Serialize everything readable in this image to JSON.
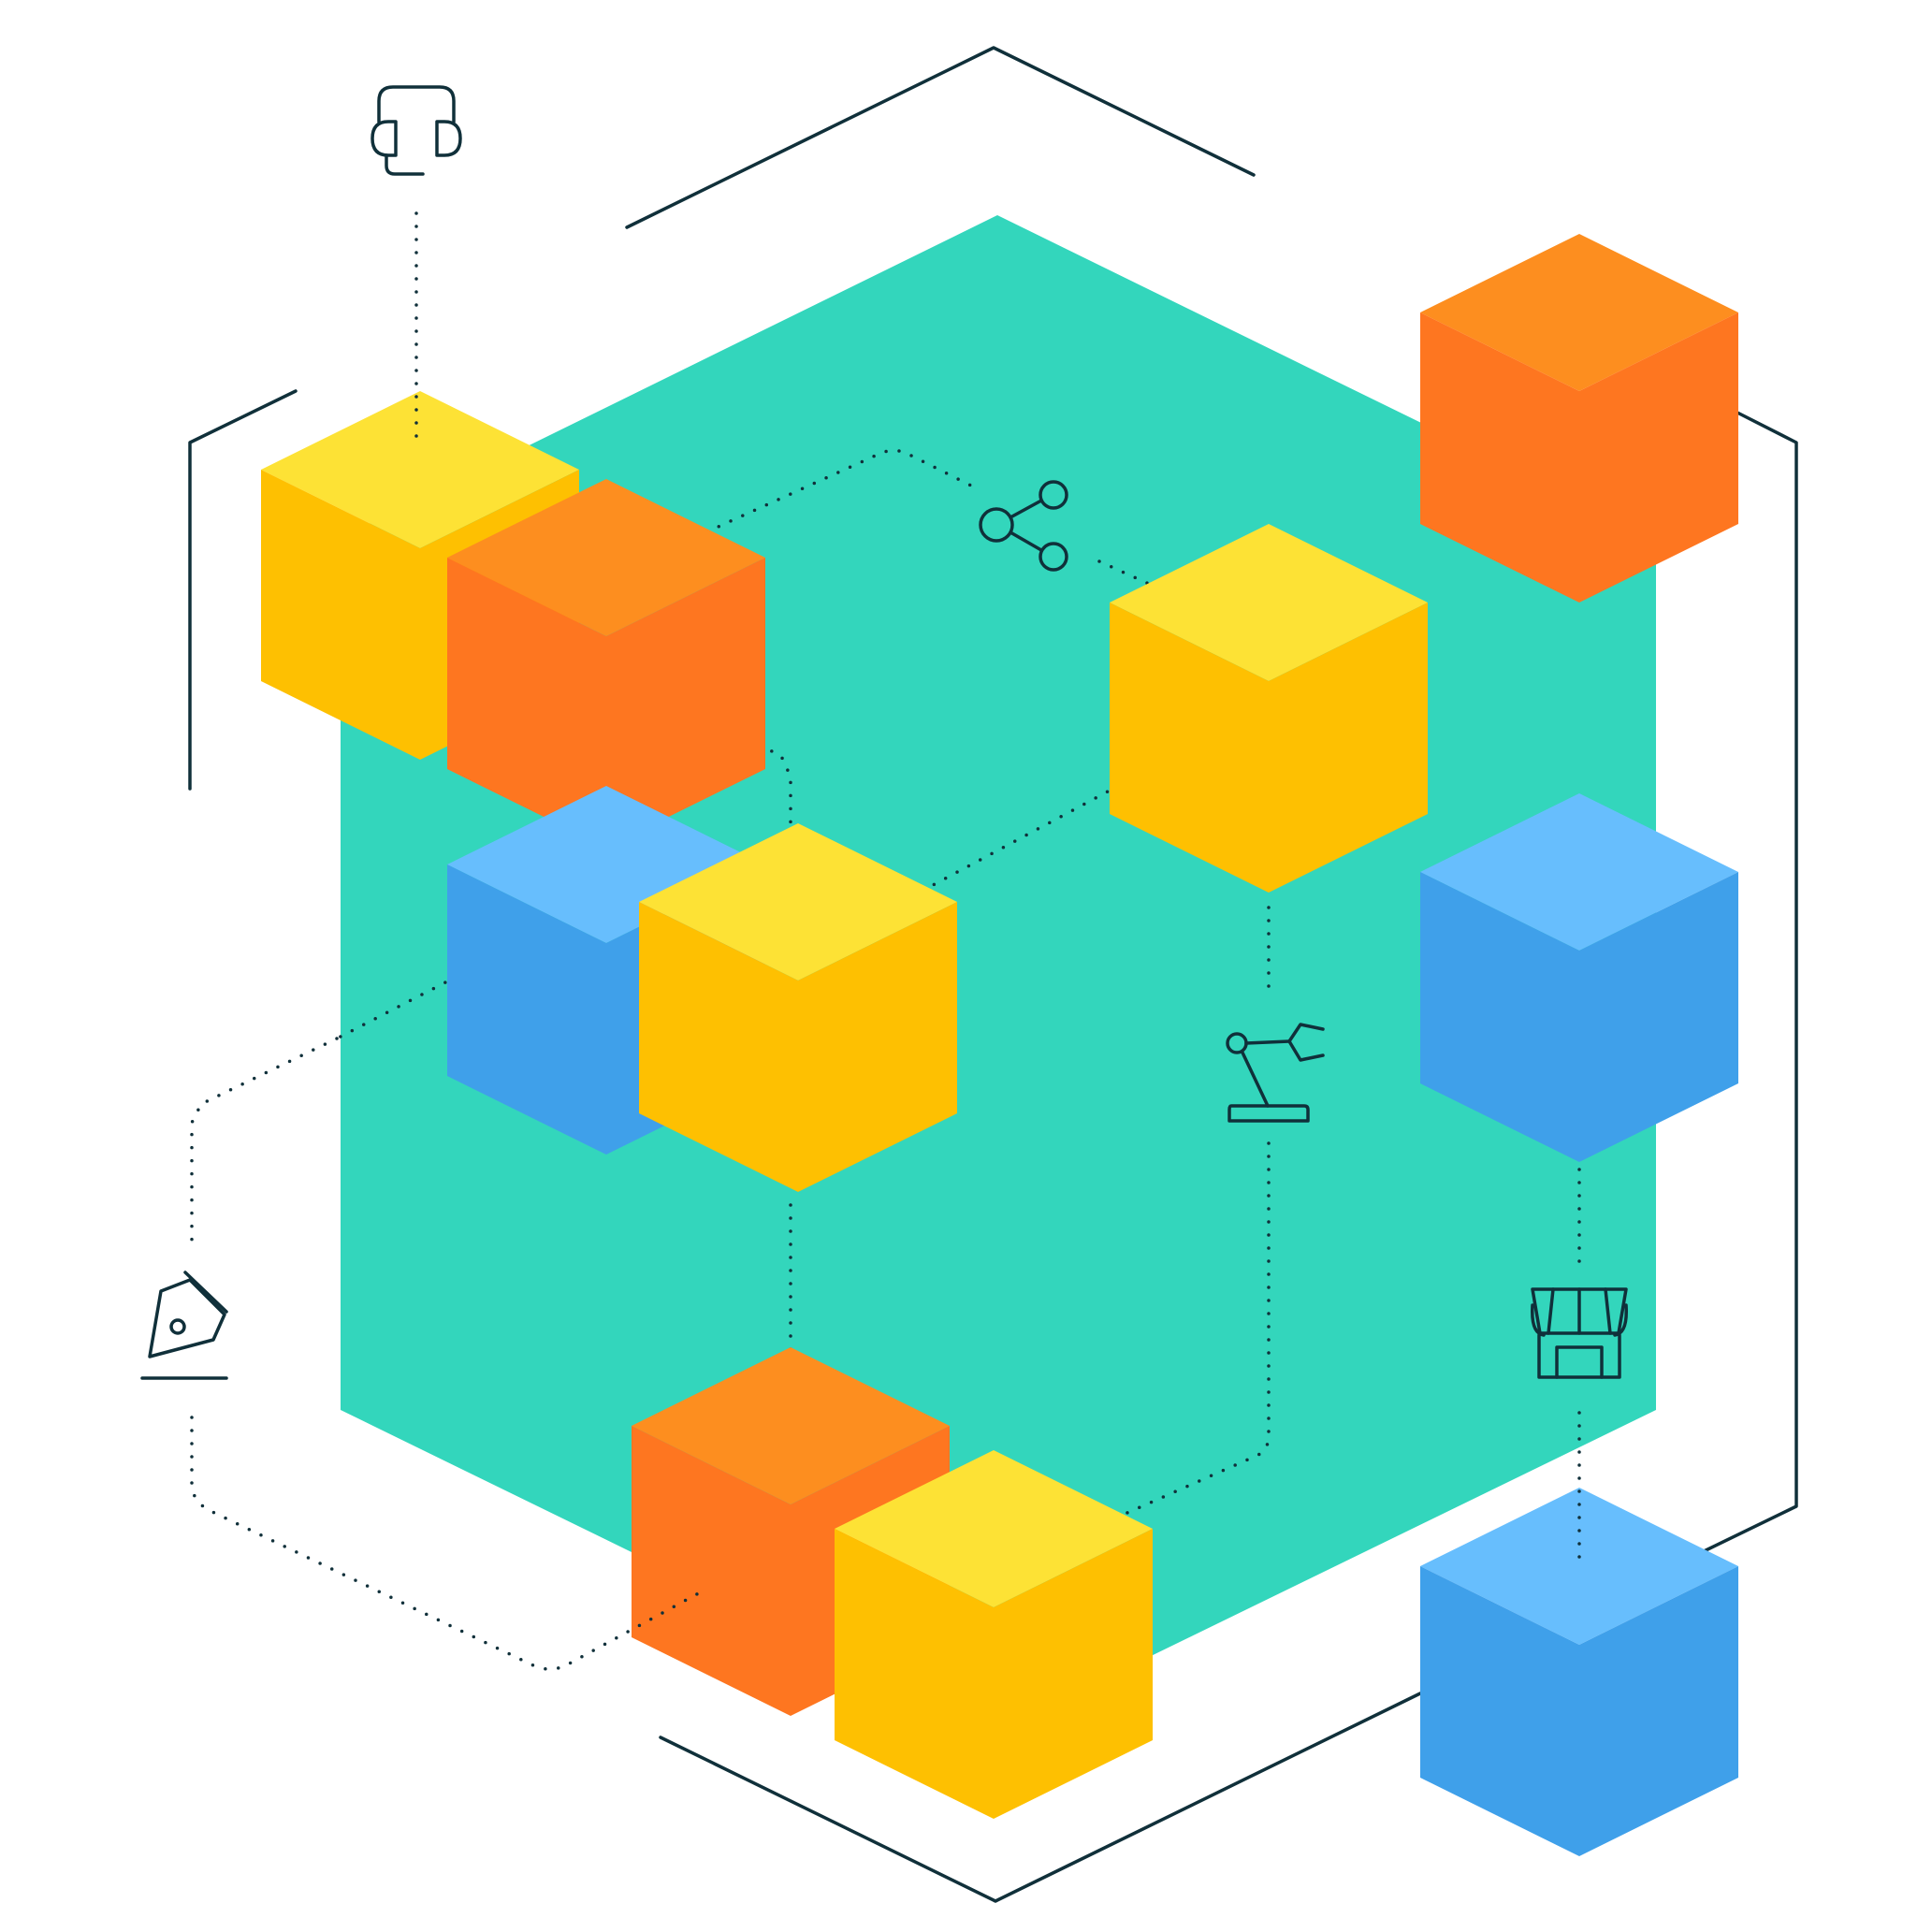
{
  "colors": {
    "background": "#ffffff",
    "hexagon_fill": "#33d6bc",
    "line": "#10303a",
    "cube_yellow": {
      "top": "#fde235",
      "left": "#fec001",
      "right": "#fec001"
    },
    "cube_orange": {
      "top": "#fd8e1f",
      "left": "#fe7620",
      "right": "#fe7620"
    },
    "cube_blue": {
      "top": "#67befd",
      "left": "#3fa0ea",
      "right": "#3fa0ea"
    }
  },
  "icons": [
    "headset-icon",
    "share-icon",
    "robot-arm-icon",
    "storefront-icon",
    "pen-tool-icon"
  ],
  "cubes": [
    "orange",
    "yellow",
    "orange",
    "blue",
    "yellow",
    "yellow",
    "blue",
    "blue",
    "orange",
    "yellow"
  ]
}
